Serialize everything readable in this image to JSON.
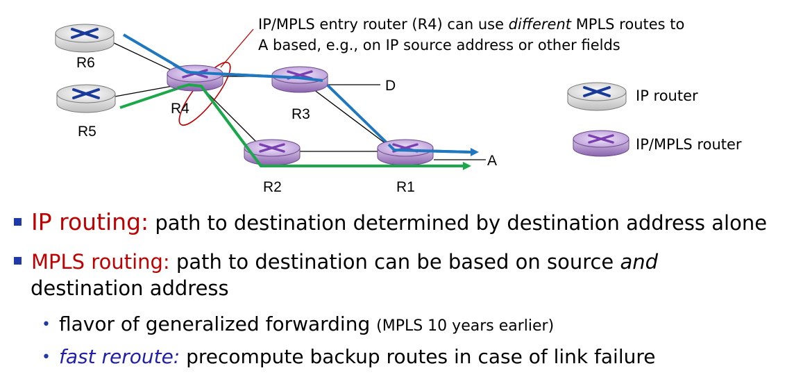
{
  "diagram": {
    "routers": [
      {
        "id": "R6",
        "label": "R6",
        "kind": "ip"
      },
      {
        "id": "R5",
        "label": "R5",
        "kind": "ip"
      },
      {
        "id": "R4",
        "label": "R4",
        "kind": "mpls"
      },
      {
        "id": "R3",
        "label": "R3",
        "kind": "mpls"
      },
      {
        "id": "R2",
        "label": "R2",
        "kind": "mpls"
      },
      {
        "id": "R1",
        "label": "R1",
        "kind": "mpls"
      }
    ],
    "destinations": {
      "d": "D",
      "a": "A"
    },
    "annotation": {
      "line1": "IP/MPLS entry router (R4)  can use ",
      "line1_italic": "different",
      "line1_end": " MPLS routes to",
      "line2": "A based, e.g., on IP source address or other fields"
    },
    "legend": {
      "ip_router": "IP router",
      "mpls_router": "IP/MPLS router"
    },
    "colors": {
      "ip_router": "#1a3a9a",
      "mpls_router": "#8a3fb8",
      "blue_path": "#1f77c0",
      "green_path": "#1aa84a",
      "annot_ellipse": "#c00000"
    }
  },
  "bullets": {
    "b1_head": "IP routing:",
    "b1_text": " path to destination determined by destination address alone",
    "b2_head": "MPLS routing:",
    "b2_text": " path to destination can be based on source ",
    "b2_italic": "and",
    "b2_text2": "destination address",
    "s1_text": "flavor of generalized forwarding ",
    "s1_small": "(MPLS 10 years earlier)",
    "s2_italic": "fast reroute:",
    "s2_text": " precompute backup routes in case of link failure"
  }
}
